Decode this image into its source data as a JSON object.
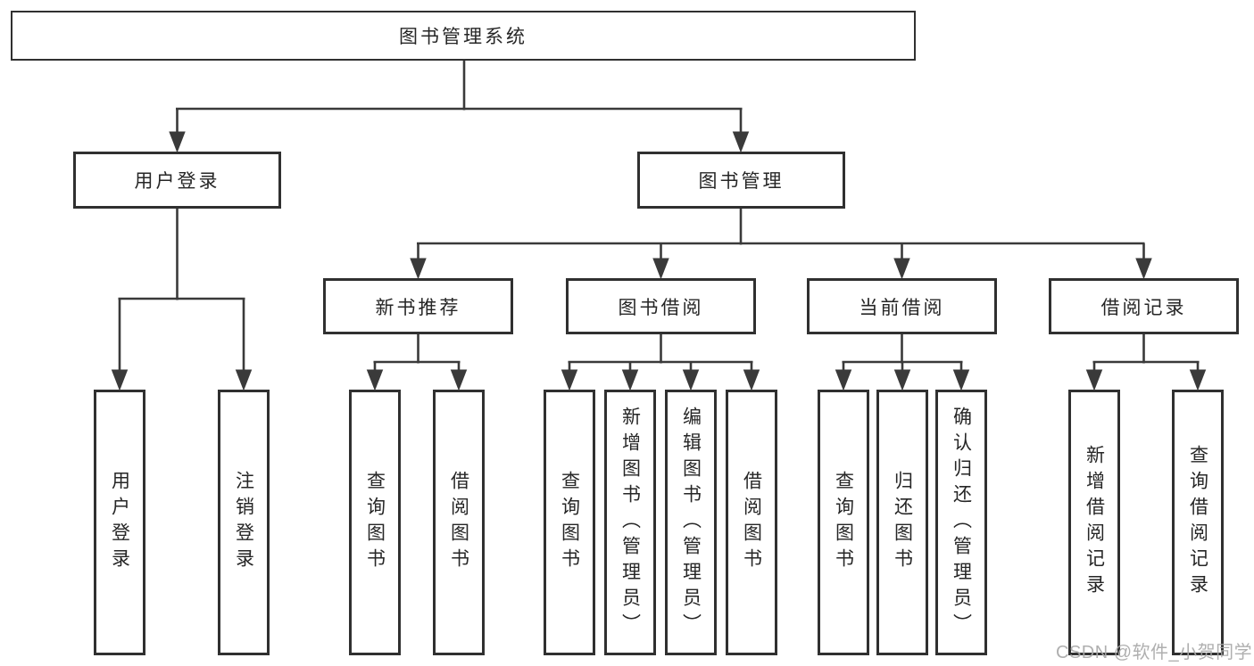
{
  "tree": {
    "root": "图书管理系统",
    "children": [
      {
        "label": "用户登录",
        "children": [
          "用户登录",
          "注销登录"
        ]
      },
      {
        "label": "图书管理",
        "children": [
          {
            "label": "新书推荐",
            "children": [
              "查询图书",
              "借阅图书"
            ]
          },
          {
            "label": "图书借阅",
            "children": [
              "查询图书",
              "新增图书（管理员）",
              "编辑图书（管理员）",
              "借阅图书"
            ]
          },
          {
            "label": "当前借阅",
            "children": [
              "查询图书",
              "归还图书",
              "确认归还（管理员）"
            ]
          },
          {
            "label": "借阅记录",
            "children": [
              "新增借阅记录",
              "查询借阅记录"
            ]
          }
        ]
      }
    ]
  },
  "watermark": {
    "text": "CSDN @软件_小贺同学"
  },
  "colors": {
    "line": "#3a3a3a",
    "border": "#303030",
    "text": "#262626",
    "wm": "#a9a9a9",
    "bg": "#ffffff"
  }
}
